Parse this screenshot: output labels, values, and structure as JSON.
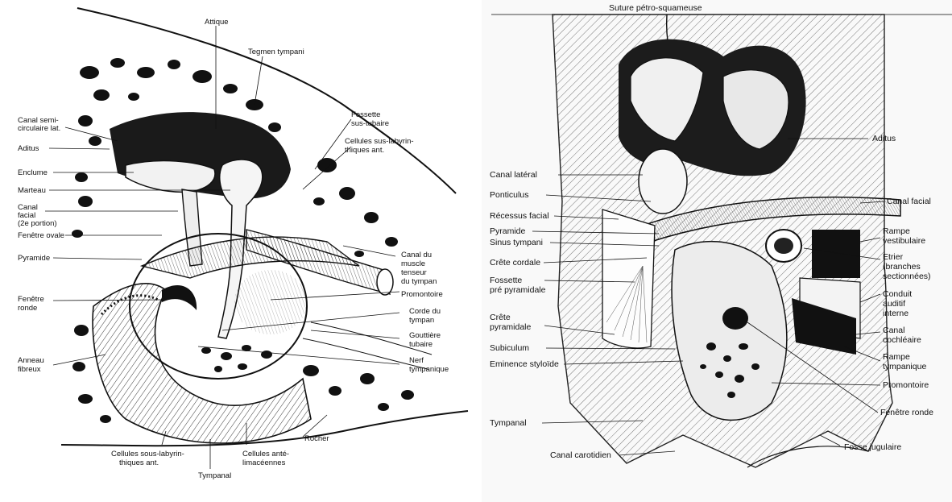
{
  "left": {
    "labels": {
      "attique": "Attique",
      "tegmen": "Tegmen tympani",
      "canal_semi_1": "Canal semi-",
      "canal_semi_2": "circulaire lat.",
      "aditus": "Aditus",
      "enclume": "Enclume",
      "marteau": "Marteau",
      "canal_facial_1": "Canal",
      "canal_facial_2": "facial",
      "canal_facial_3": "(2e portion)",
      "fenetre_ovale": "Fenêtre ovale",
      "pyramide": "Pyramide",
      "fenetre_ronde_1": "Fenêtre",
      "fenetre_ronde_2": "ronde",
      "anneau_1": "Anneau",
      "anneau_2": "fibreux",
      "fossette_1": "Fossette",
      "fossette_2": "sus-tubaire",
      "cellules_sus_1": "Cellules sus-labyrin-",
      "cellules_sus_2": "thiques ant.",
      "canal_muscle_1": "Canal du",
      "canal_muscle_2": "muscle",
      "canal_muscle_3": "tenseur",
      "canal_muscle_4": "du tympan",
      "promontoire": "Promontoire",
      "corde_1": "Corde du",
      "corde_2": "tympan",
      "gouttiere_1": "Gouttière",
      "gouttiere_2": "tubaire",
      "nerf_1": "Nerf",
      "nerf_2": "tympanique",
      "rocher": "Rocher",
      "cellules_sous_1": "Cellules sous-labyrin-",
      "cellules_sous_2": "thiques ant.",
      "cellules_ante_1": "Cellules anté-",
      "cellules_ante_2": "limacéennes",
      "tympanal": "Tympanal"
    }
  },
  "right": {
    "labels": {
      "suture": "Suture pétro-squameuse",
      "aditus": "Aditus",
      "canal_lateral": "Canal latéral",
      "ponticulus": "Ponticulus",
      "recessus": "Récessus facial",
      "pyramide": "Pyramide",
      "sinus": "Sinus tympani",
      "crete_cordale": "Crête cordale",
      "fossette_1": "Fossette",
      "fossette_2": "pré pyramidale",
      "crete_pyr_1": "Crête",
      "crete_pyr_2": "pyramidale",
      "subiculum": "Subiculum",
      "eminence": "Eminence styloïde",
      "tympanal": "Tympanal",
      "canal_carotidien": "Canal carotidien",
      "canal_facial": "Canal facial",
      "rampe_vest_1": "Rampe",
      "rampe_vest_2": "vestibulaire",
      "etrier_1": "Etrier",
      "etrier_2": "(branches",
      "etrier_3": "sectionnées)",
      "conduit_1": "Conduit",
      "conduit_2": "auditif",
      "conduit_3": "interne",
      "canal_coch_1": "Canal",
      "canal_coch_2": "cochléaire",
      "rampe_tymp_1": "Rampe",
      "rampe_tymp_2": "tympanique",
      "promontoire": "Promontoire",
      "fenetre_ronde": "Fenêtre ronde",
      "fosse_jugulaire": "Fosse jugulaire"
    }
  }
}
